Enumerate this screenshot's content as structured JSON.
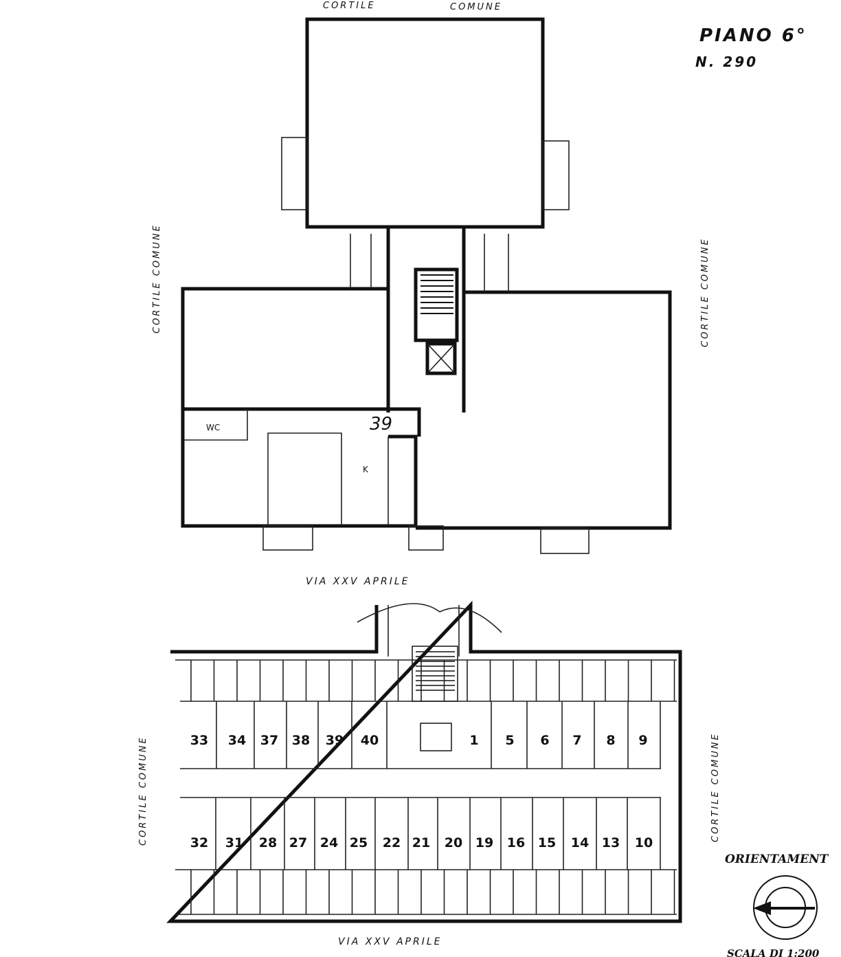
{
  "title": {
    "floor": "PIANO 6°",
    "ref": "N. 290"
  },
  "labels": {
    "courtyard_top": [
      "CORTILE",
      "COMUNE"
    ],
    "courtyard_left_upper": "CORTILE COMUNE",
    "courtyard_right_upper": "CORTILE COMUNE",
    "courtyard_left_lower": "CORTILE COMUNE",
    "courtyard_right_lower": "CORTILE COMUNE",
    "street_upper": "VIA   XXV  APRILE",
    "street_lower": "VIA  XXV  APRILE",
    "unit": "39",
    "wc": "WC",
    "kitchen": "K"
  },
  "cellars": {
    "top_row": [
      "33",
      "34",
      "37",
      "38",
      "39",
      "40",
      "1",
      "5",
      "6",
      "7",
      "8",
      "9"
    ],
    "bottom_row": [
      "32",
      "31",
      "28",
      "27",
      "24",
      "25",
      "22",
      "21",
      "20",
      "19",
      "16",
      "15",
      "14",
      "13",
      "10"
    ]
  },
  "legend": {
    "orientation": "ORIENTAMENT",
    "scale": "SCALA DI 1:200"
  }
}
